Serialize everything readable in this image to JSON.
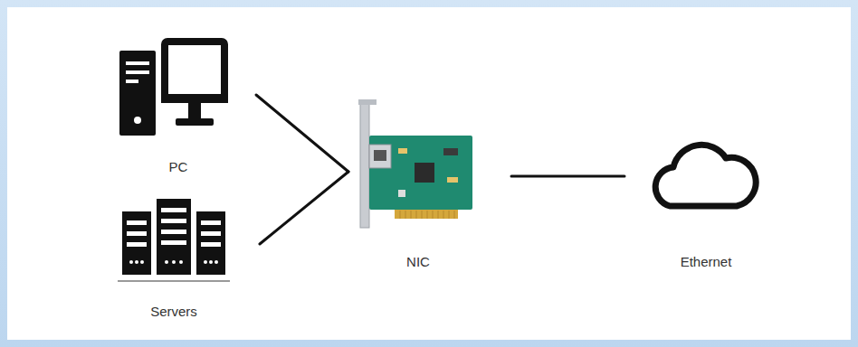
{
  "diagram": {
    "nodes": [
      {
        "text": [
          "PC"
        ]
      },
      {
        "text": [
          "Servers"
        ]
      },
      {
        "text": [
          "NIC"
        ]
      },
      {
        "text": [
          "Ethernet"
        ]
      }
    ],
    "edges": [
      {
        "from": 0,
        "to": 2,
        "arrow": "none"
      },
      {
        "from": 1,
        "to": 2,
        "arrow": "none"
      },
      {
        "from": 2,
        "to": 3,
        "arrow": "none"
      }
    ]
  }
}
